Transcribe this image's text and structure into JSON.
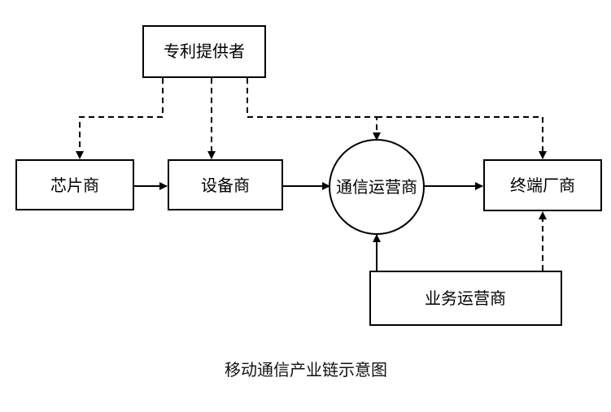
{
  "nodes": {
    "patent_provider": "专利提供者",
    "chip_maker": "芯片商",
    "equipment_maker": "设备商",
    "telecom_operator": "通信运营商",
    "terminal_maker": "终端厂商",
    "service_operator": "业务运营商"
  },
  "caption": "移动通信产业链示意图"
}
